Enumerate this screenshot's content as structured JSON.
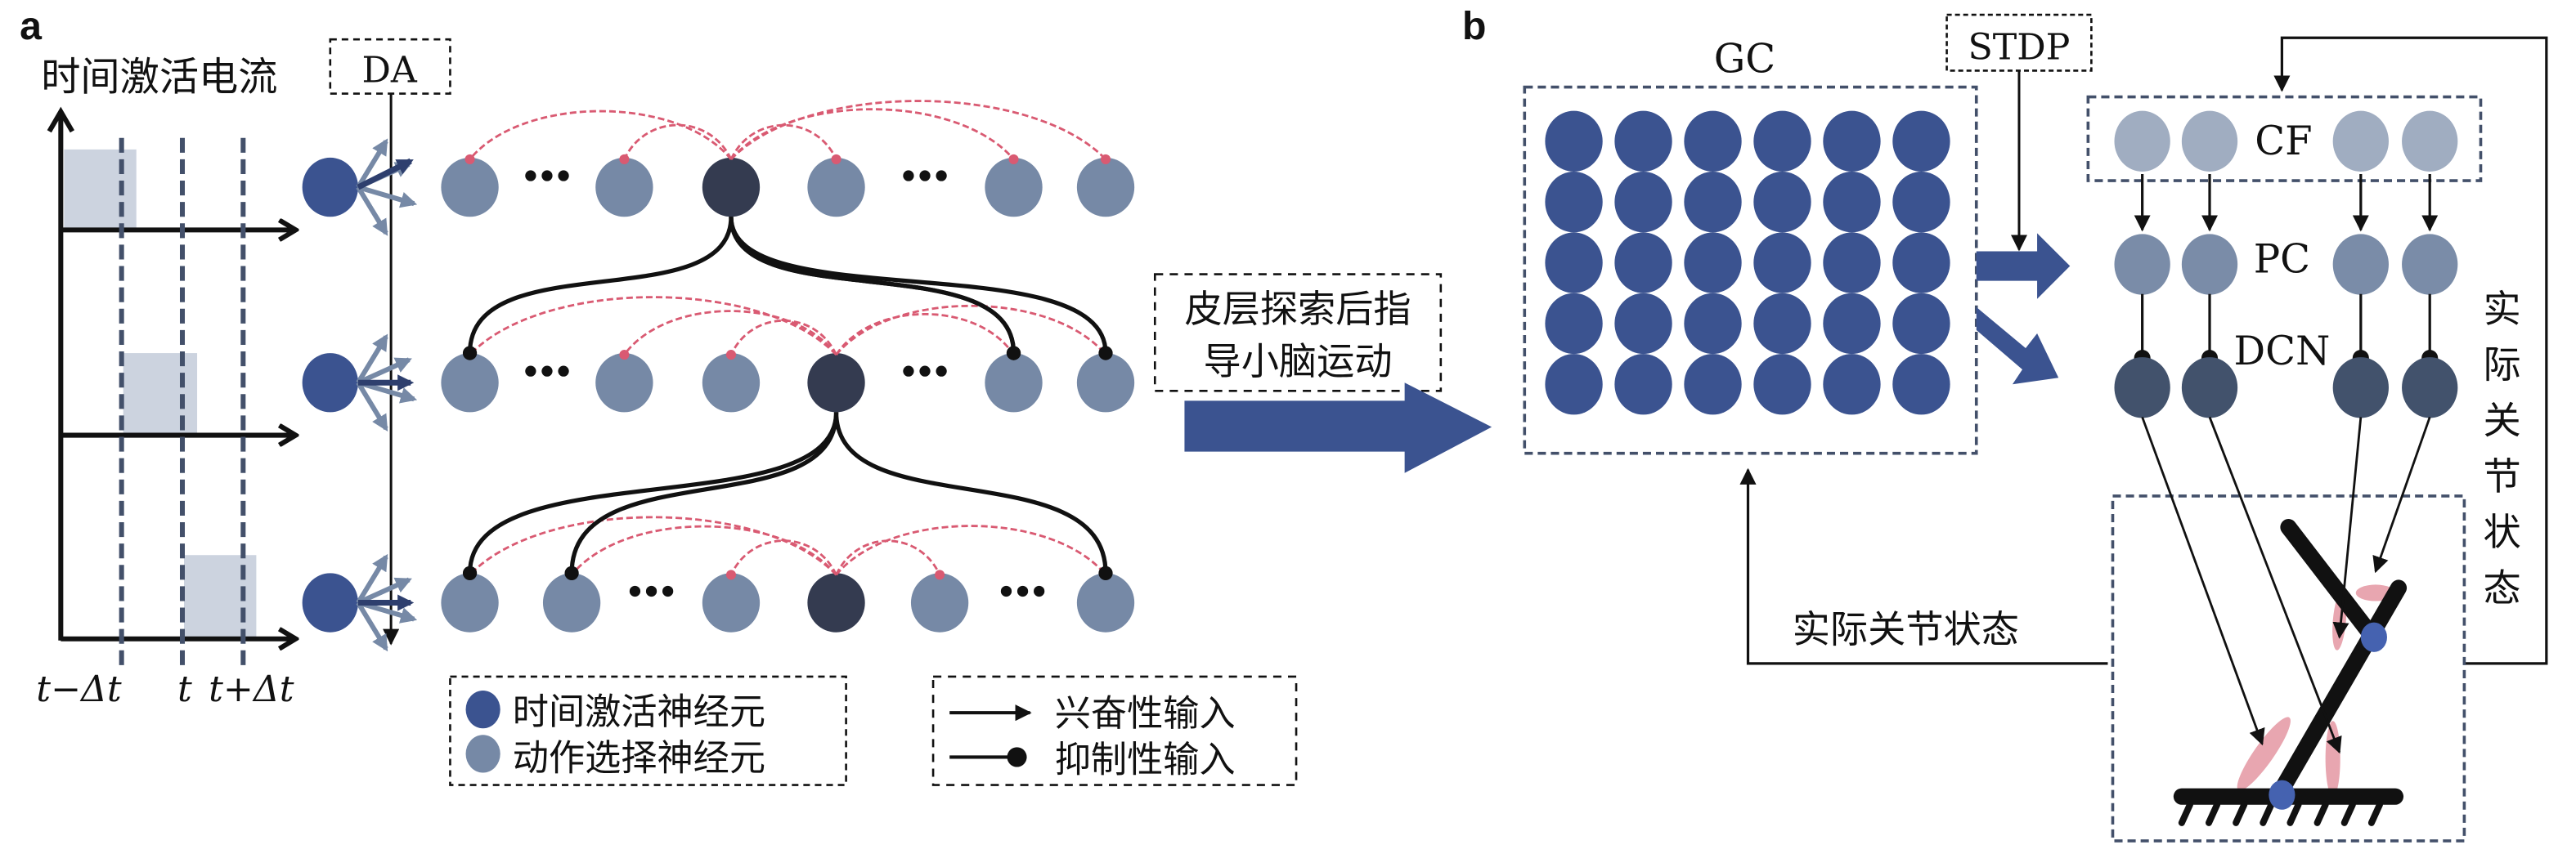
{
  "panel_a": {
    "label": "a",
    "current_title": "时间激活电流",
    "da_label": "DA",
    "time_labels": [
      "t−Δt",
      "t",
      "t+Δt"
    ],
    "center_label": "皮层探索后指",
    "center_label_2": "导小脑运动",
    "legend_neurons": [
      {
        "label": "时间激活神经元",
        "color": "#3b5390"
      },
      {
        "label": "动作选择神经元",
        "color": "#7689a6"
      }
    ],
    "legend_inputs": [
      {
        "label": "兴奋性输入",
        "type": "arrow"
      },
      {
        "label": "抑制性输入",
        "type": "dot"
      }
    ],
    "ellipsis": "•••"
  },
  "panel_b": {
    "label": "b",
    "gc_label": "GC",
    "stdp_label": "STDP",
    "cf_label": "CF",
    "pc_label": "PC",
    "dcn_label": "DCN",
    "feedback_label_horizontal": "实际关节状态",
    "feedback_label_vertical": [
      "实",
      "际",
      "关",
      "节",
      "状",
      "态"
    ]
  },
  "colors": {
    "time_neuron": "#3b5390",
    "action_neuron": "#7689a6",
    "active_neuron": "#343b50",
    "cf_neuron": "#a0adc1",
    "pc_neuron": "#7a8ca8",
    "dcn_neuron": "#42526c",
    "inhibitory_dash": "#d95a72",
    "current_pulse": "#ccd3df",
    "muscle": "#e8a6b0",
    "joint": "#4562b0"
  }
}
